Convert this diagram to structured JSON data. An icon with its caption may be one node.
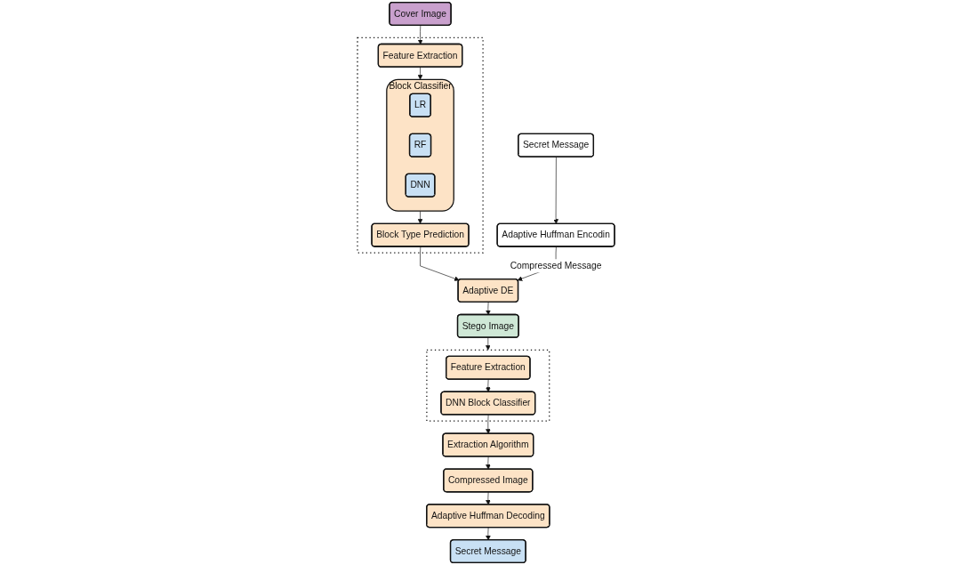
{
  "diagram": {
    "nodes": [
      {
        "text": [
          "Cover Image"
        ]
      },
      {
        "text": [],
        "shape": "box"
      },
      {
        "text": [
          "Feature Extraction"
        ],
        "in": 1
      },
      {
        "text": [
          "Block Classifier"
        ],
        "in": 1
      },
      {
        "text": [
          "LR"
        ],
        "in": 3
      },
      {
        "text": [
          "RF"
        ],
        "in": 3
      },
      {
        "text": [
          "DNN"
        ],
        "in": 3
      },
      {
        "text": [
          "Block Type Prediction"
        ],
        "in": 1
      },
      {
        "text": [
          "Secret Message"
        ]
      },
      {
        "text": [
          "Adaptive Huffman Encodin"
        ]
      },
      {
        "text": [
          "Adaptive DE"
        ]
      },
      {
        "text": [
          "Stego Image"
        ]
      },
      {
        "text": [],
        "shape": "box"
      },
      {
        "text": [
          "Feature Extraction"
        ],
        "in": 12
      },
      {
        "text": [
          "DNN Block Classifier"
        ],
        "in": 12
      },
      {
        "text": [
          "Extraction Algorithm"
        ]
      },
      {
        "text": [
          "Compressed Image"
        ]
      },
      {
        "text": [
          "Adaptive Huffman Decoding"
        ]
      },
      {
        "text": [
          "Secret Message"
        ]
      }
    ],
    "edges": [
      {
        "from": 0,
        "to": 2,
        "arrow": "to"
      },
      {
        "from": 2,
        "to": 3,
        "arrow": "to"
      },
      {
        "from": 3,
        "to": 7,
        "arrow": "to"
      },
      {
        "from": 7,
        "to": 10,
        "arrow": "to"
      },
      {
        "from": 8,
        "to": 9,
        "arrow": "to"
      },
      {
        "from": 9,
        "to": 10,
        "arrow": "to",
        "label": "Compressed Message"
      },
      {
        "from": 10,
        "to": 11,
        "arrow": "to"
      },
      {
        "from": 11,
        "to": 12,
        "arrow": "to"
      },
      {
        "from": 13,
        "to": 14,
        "arrow": "to"
      },
      {
        "from": 14,
        "to": 15,
        "arrow": "to"
      },
      {
        "from": 15,
        "to": 16,
        "arrow": "to"
      },
      {
        "from": 16,
        "to": 17,
        "arrow": "to"
      },
      {
        "from": 17,
        "to": 18,
        "arrow": "to"
      }
    ]
  }
}
